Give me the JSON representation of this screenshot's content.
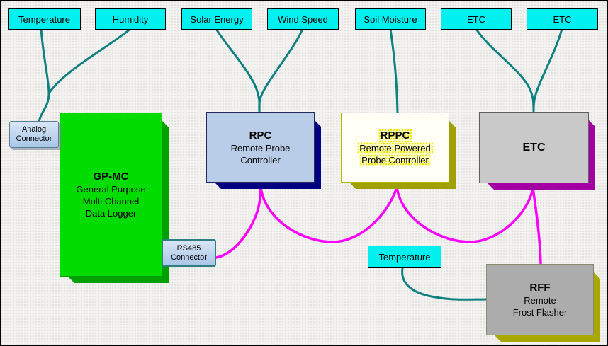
{
  "sensors": [
    "Temperature",
    "Humidity",
    "Solar Energy",
    "Wind Speed",
    "Soil Moisture",
    "ETC",
    "ETC"
  ],
  "nodes": {
    "gpmc": {
      "title": "GP-MC",
      "line1": "General Purpose",
      "line2": "Multi Channel",
      "line3": "Data Logger"
    },
    "rpc": {
      "title": "RPC",
      "line1": "Remote Probe",
      "line2": "Controller"
    },
    "rppc": {
      "title": "RPPC",
      "line1": "Remote Powered",
      "line2": "Probe Controller"
    },
    "etc": {
      "title": "ETC"
    },
    "rff": {
      "title": "RFF",
      "line1": "Remote",
      "line2": "Frost Flasher"
    }
  },
  "connectors": {
    "analog": {
      "line1": "Analog",
      "line2": "Connector"
    },
    "rs485": {
      "line1": "RS485",
      "line2": "Connector"
    },
    "temperature_probe": {
      "label": "Temperature"
    }
  },
  "colors": {
    "sensor_wire": "#0e8080",
    "bus_wire": "#ff00ff",
    "sensor_fill": "#00f0f0",
    "gpmc_fill": "#00dc00",
    "gpmc_shadow": "#00a000",
    "rpc_fill": "#b9cde8",
    "rpc_shadow": "#000080",
    "rppc_fill": "#fffff6",
    "rppc_shadow": "#a0a000",
    "etc_fill": "#c9c9c9",
    "etc_shadow": "#a300a3",
    "rff_fill": "#acacac",
    "rff_shadow": "#a8a800",
    "connector_fill": "#b8d2ee"
  }
}
